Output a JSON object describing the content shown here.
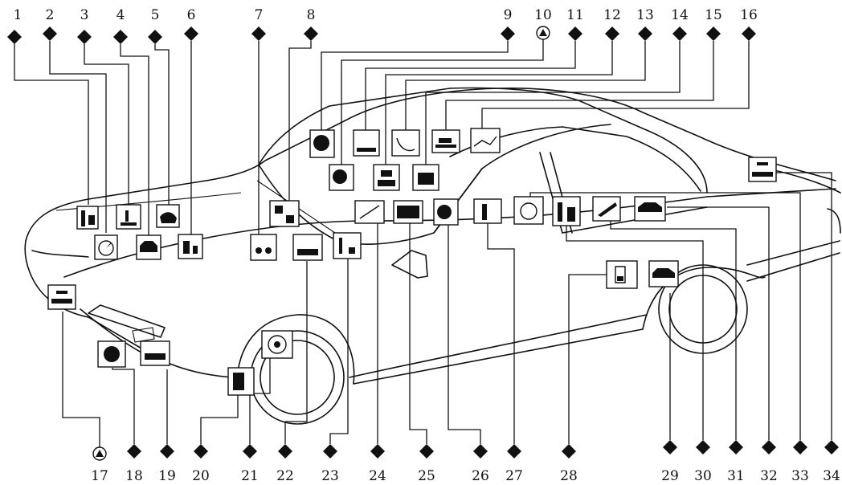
{
  "diagram": {
    "top_labels": [
      "1",
      "2",
      "3",
      "4",
      "5",
      "6",
      "7",
      "8",
      "9",
      "10",
      "11",
      "12",
      "13",
      "14",
      "15",
      "16"
    ],
    "bottom_labels": [
      "17",
      "18",
      "19",
      "20",
      "21",
      "22",
      "23",
      "24",
      "25",
      "26",
      "27",
      "28",
      "29",
      "30",
      "31",
      "32",
      "33",
      "34"
    ],
    "triangle_labels": [
      "10",
      "17"
    ]
  }
}
